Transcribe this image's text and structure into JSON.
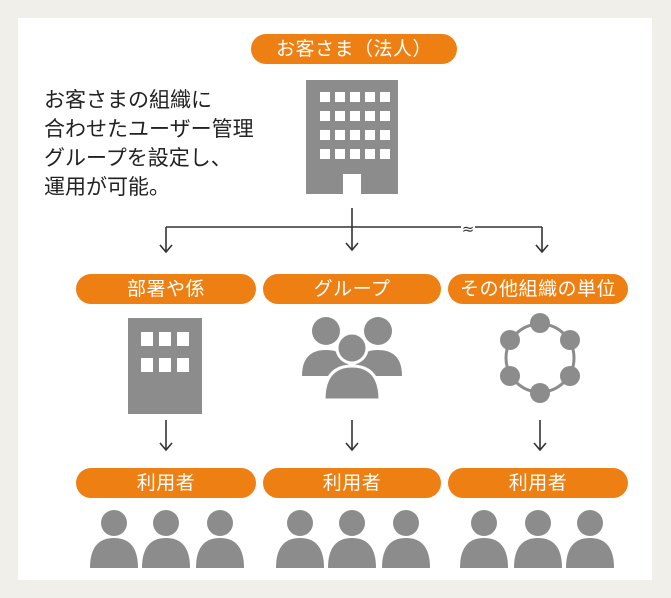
{
  "top_label": "お客さま（法人）",
  "description": [
    "お客さまの組織に",
    "合わせたユーザー管理",
    "グループを設定し、",
    "運用が可能。"
  ],
  "branch_labels": [
    "部署や係",
    "グループ",
    "その他組織の単位"
  ],
  "user_labels": [
    "利用者",
    "利用者",
    "利用者"
  ],
  "gap_mark": "≈",
  "colors": {
    "accent": "#ee7f13",
    "icon": "#8c8c8c",
    "background": "#f0efea",
    "panel": "#ffffff",
    "line": "#333333"
  },
  "icons": {
    "top": "office-building-icon",
    "branches": [
      "department-building-icon",
      "group-people-icon",
      "network-ring-icon"
    ],
    "users": "person-icon"
  }
}
